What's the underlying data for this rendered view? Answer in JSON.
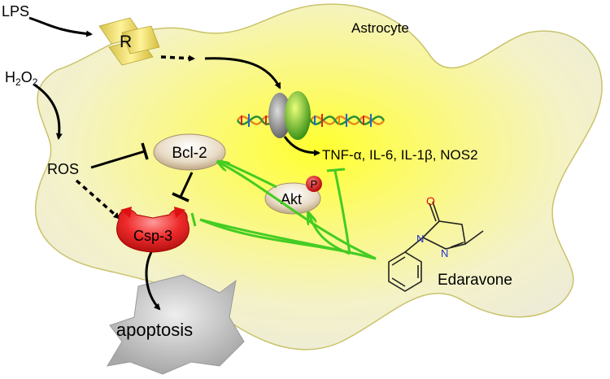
{
  "labels": {
    "lps": "LPS",
    "receptor": "R",
    "h2o2_main": "H",
    "h2o2_sub": "2",
    "h2o2_o": "O",
    "h2o2_sub2": "2",
    "ros": "ROS",
    "astrocyte": "Astrocyte",
    "bcl2": "Bcl-2",
    "akt": "Akt",
    "phospho": "P",
    "csp3": "Csp-3",
    "apoptosis": "apoptosis",
    "cytokines": "TNF-α, IL-6, IL-1β, NOS2",
    "edaravone": "Edaravone",
    "molecule_o": "O",
    "molecule_n1": "N",
    "molecule_n2": "N"
  },
  "colors": {
    "cell_fill": "#f3f1c4",
    "cell_glow": "#ffff40",
    "cell_edge": "#c9c36a",
    "activation_arrow": "#000000",
    "inhibition_green": "#44cc22",
    "caspase_red": "#e8151c",
    "phospho_red": "#dd1a1a",
    "apoptosis_gray": "#b5b5b5",
    "nitrogen_blue": "#2233cc",
    "oxygen_red": "#dd1111"
  }
}
